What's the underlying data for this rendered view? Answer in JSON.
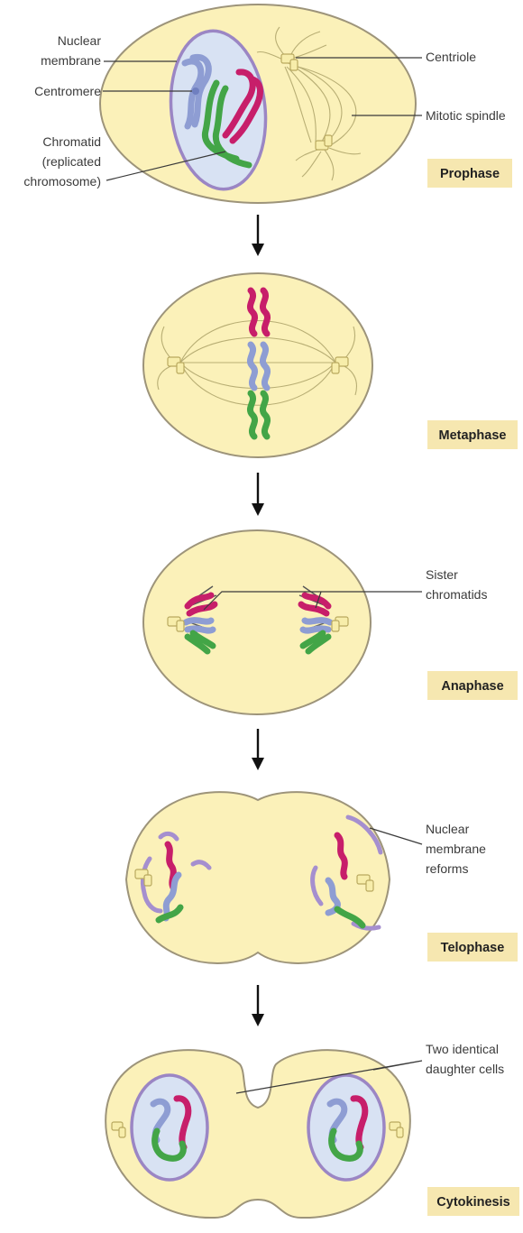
{
  "labels": {
    "nuclear_membrane_1": "Nuclear",
    "nuclear_membrane_2": "membrane",
    "centromere": "Centromere",
    "chromatid_1": "Chromatid",
    "chromatid_2": "(replicated",
    "chromatid_3": "chromosome)",
    "centriole": "Centriole",
    "mitotic_spindle": "Mitotic spindle",
    "sister_1": "Sister",
    "sister_2": "chromatids",
    "reform_1": "Nuclear",
    "reform_2": "membrane",
    "reform_3": "reforms",
    "daughter_1": "Two identical",
    "daughter_2": "daughter cells"
  },
  "stages": {
    "prophase": "Prophase",
    "metaphase": "Metaphase",
    "anaphase": "Anaphase",
    "telophase": "Telophase",
    "cytokinesis": "Cytokinesis"
  },
  "colors": {
    "cell_fill": "#fbf1b9",
    "nucleus_fill": "#d8e2f3",
    "nuclear_membrane": "#9b86c4",
    "chromosome_magenta": "#c71e6a",
    "chromosome_blue": "#8e9dd3",
    "chromosome_green": "#43a547",
    "stage_badge": "#f6e7b0"
  }
}
